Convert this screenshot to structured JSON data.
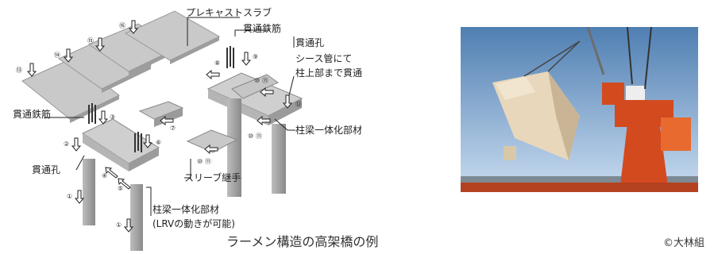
{
  "top_text": "",
  "labels": {
    "precast_slab": "プレキャストスラブ",
    "rebar_top": "貫通鉄筋",
    "through_hole_top": "貫通孔",
    "sheath": "シース管にて",
    "sheath2": "柱上部まで貫通",
    "beam_column_right": "柱梁一体化部材",
    "rebar_left": "貫通鉄筋",
    "through_hole_left": "貫通孔",
    "sleeve_joint": "スリーブ継手",
    "beam_column_bottom": "柱梁一体化部材",
    "lrv": "(LRVの動きが可能)"
  },
  "numbers": {
    "n1a": "①",
    "n1b": "①",
    "n2": "②",
    "n3": "③",
    "n4": "④",
    "n5": "⑤",
    "n6": "⑥",
    "n7": "⑦",
    "n8": "⑧",
    "n9": "⑨",
    "n10a": "⑩",
    "n11a": "⑪",
    "n10b": "⑩",
    "n11b": "⑪",
    "n10c": "⑩",
    "n11c": "⑪",
    "n12": "⑫",
    "n13": "⑬",
    "n14": "⑭",
    "n15": "⑮",
    "n16": "⑯"
  },
  "caption": "ラーメン構造の高架橋の例",
  "credit": "©大林組",
  "colors": {
    "member_light": "#cfcfcf",
    "member_mid": "#a9a9a9",
    "member_dark": "#7d7d7d",
    "sky": "#8fb6de",
    "crane": "#d34a1f"
  }
}
